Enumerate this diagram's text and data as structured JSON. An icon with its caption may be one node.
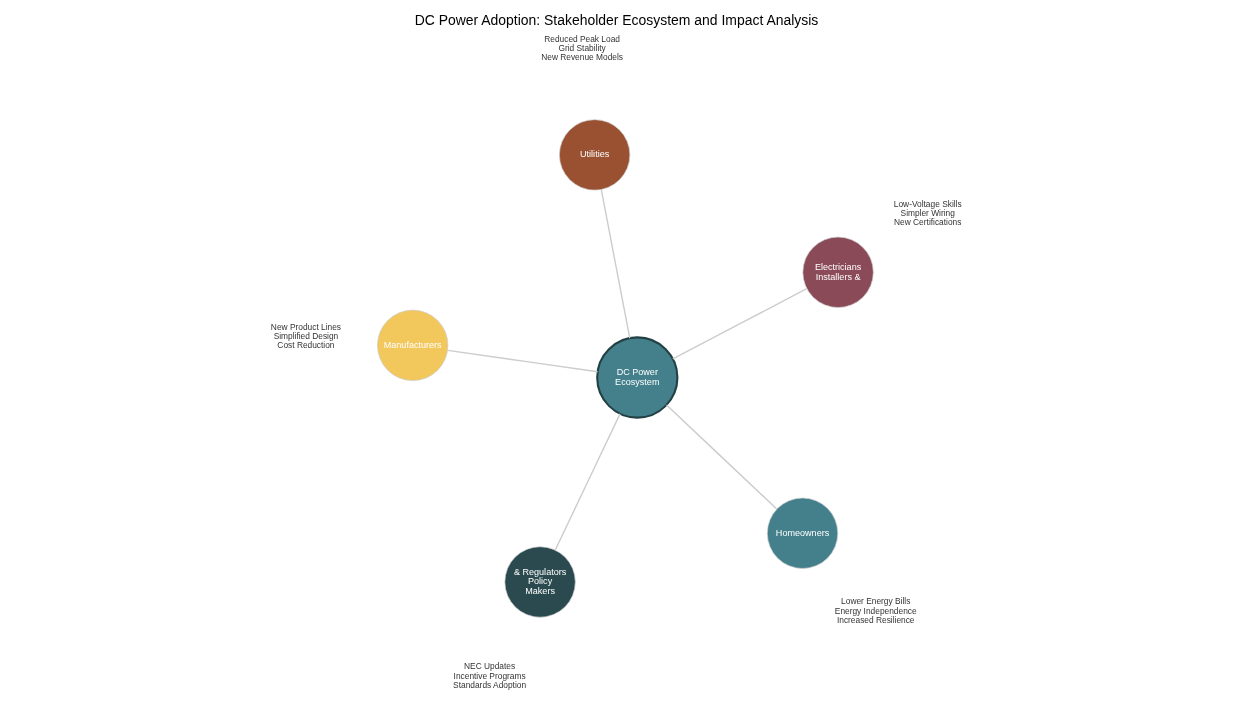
{
  "diagram": {
    "title": "DC Power Adoption: Stakeholder Ecosystem and Impact Analysis",
    "nodes": [
      {
        "text": [
          "DC Power Ecosystem"
        ]
      },
      {
        "text": [
          "Homeowners"
        ],
        "beside": [
          "Lower Energy Bills",
          "Energy Independence",
          "Increased Resilience"
        ]
      },
      {
        "text": [
          "Utilities"
        ],
        "beside": [
          "Reduced Peak Load",
          "Grid Stability",
          "New Revenue Models"
        ]
      },
      {
        "text": [
          "Manufacturers"
        ],
        "beside": [
          "New Product Lines",
          "Simplified Design",
          "Cost Reduction"
        ]
      },
      {
        "text": [
          "Electricians Installers &"
        ],
        "beside": [
          "Low-Voltage Skills",
          "Simpler Wiring",
          "New Certifications"
        ]
      },
      {
        "text": [
          "& Regulators Policy Makers"
        ],
        "beside": [
          "NEC Updates",
          "Incentive Programs",
          "Standards Adoption"
        ]
      }
    ],
    "edges": [
      {
        "from": 1,
        "to": 0,
        "arrow": "none"
      },
      {
        "from": 2,
        "to": 0,
        "arrow": "none"
      },
      {
        "from": 3,
        "to": 0,
        "arrow": "none"
      },
      {
        "from": 4,
        "to": 0,
        "arrow": "none"
      },
      {
        "from": 5,
        "to": 0,
        "arrow": "none"
      }
    ]
  }
}
